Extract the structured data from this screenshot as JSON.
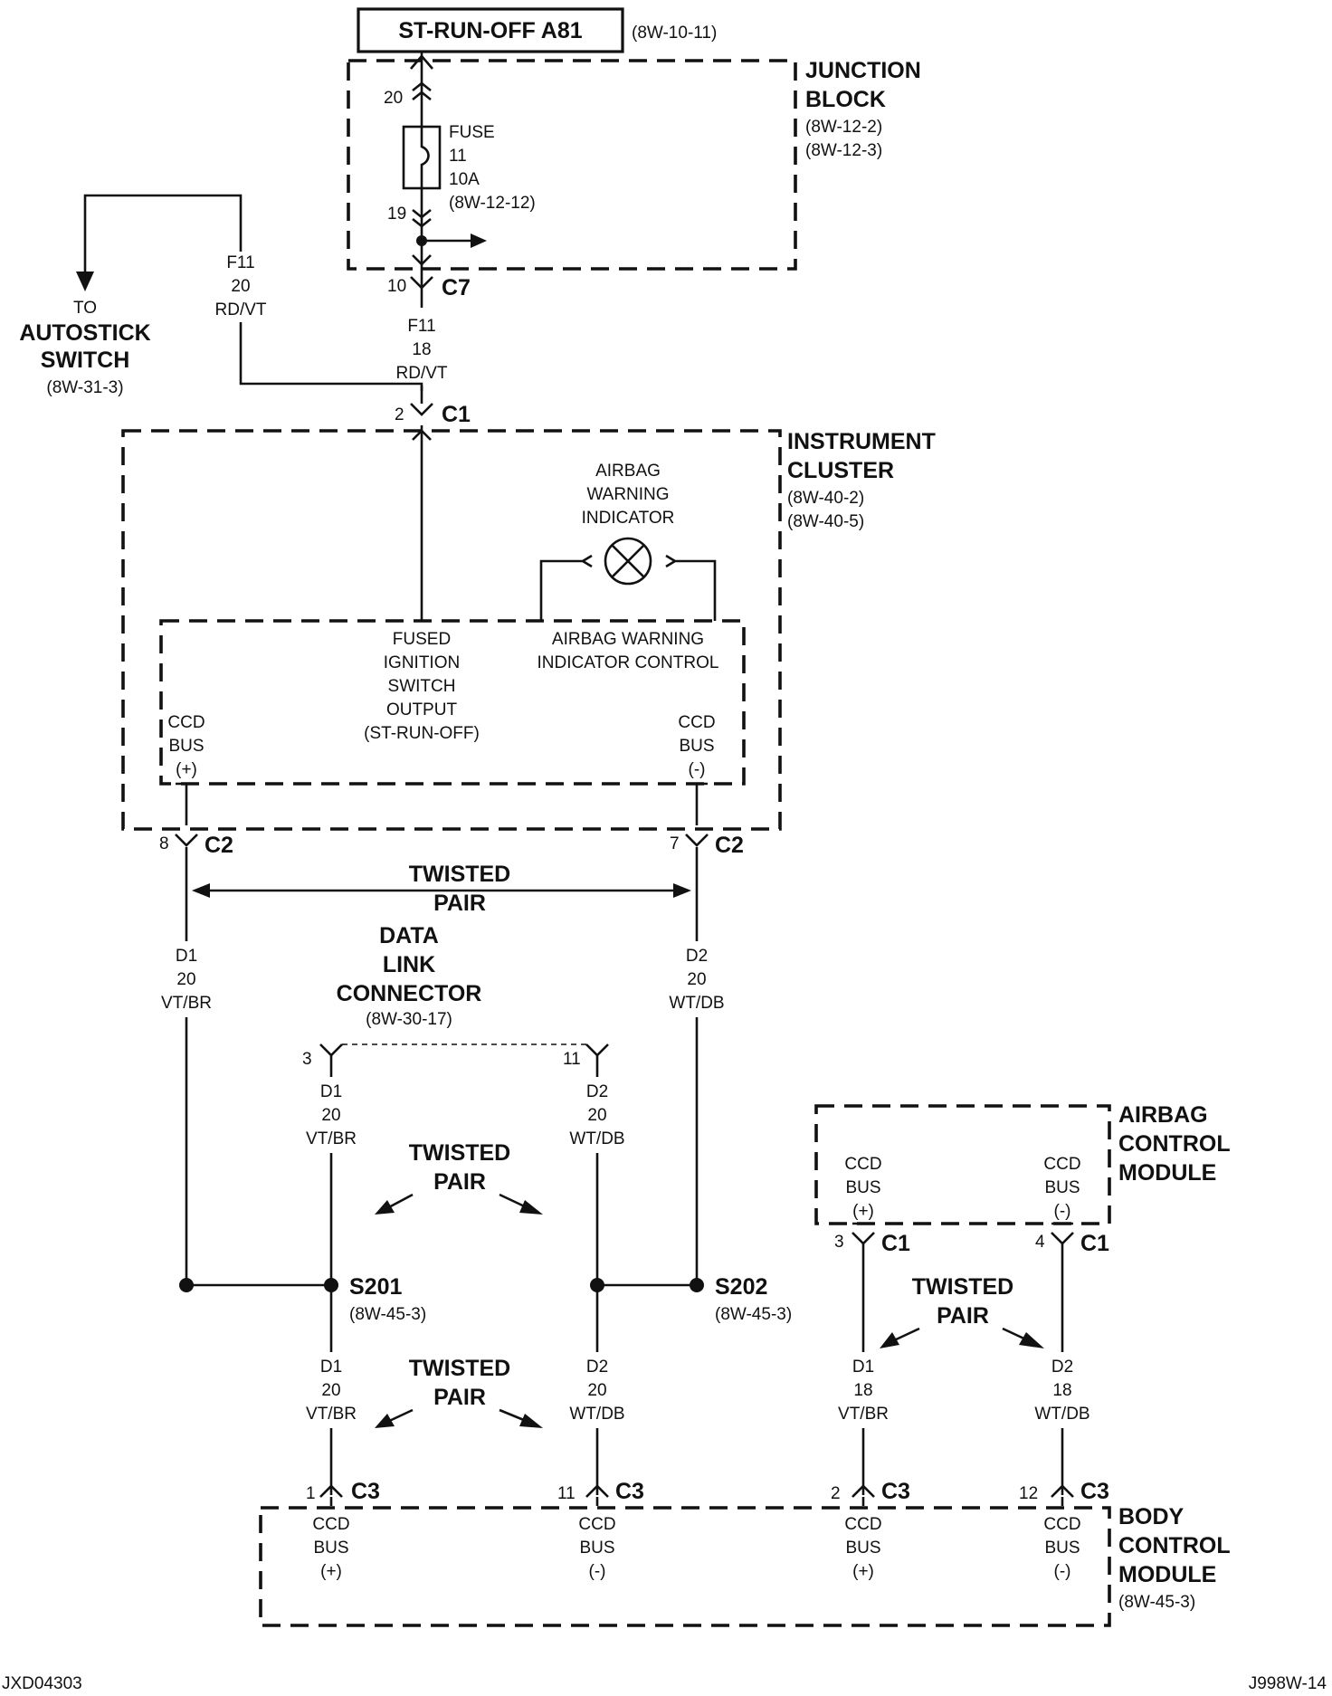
{
  "title": {
    "label": "ST-RUN-OFF A81",
    "ref": "(8W-10-11)"
  },
  "junction_block": {
    "name1": "JUNCTION",
    "name2": "BLOCK",
    "ref1": "(8W-12-2)",
    "ref2": "(8W-12-3)"
  },
  "fuse": {
    "pin_top": "20",
    "l1": "FUSE",
    "l2": "11",
    "l3": "10A",
    "l4": "(8W-12-12)",
    "pin_bottom": "19"
  },
  "c7": {
    "pin": "10",
    "name": "C7"
  },
  "wire_f11_18": {
    "l1": "F11",
    "l2": "18",
    "l3": "RD/VT"
  },
  "wire_f11_20": {
    "l1": "F11",
    "l2": "20",
    "l3": "RD/VT"
  },
  "autostick": {
    "l1": "TO",
    "l2": "AUTOSTICK",
    "l3": "SWITCH",
    "ref": "(8W-31-3)"
  },
  "c1_ic": {
    "pin": "2",
    "name": "C1"
  },
  "instrument_cluster": {
    "name1": "INSTRUMENT",
    "name2": "CLUSTER",
    "ref1": "(8W-40-2)",
    "ref2": "(8W-40-5)"
  },
  "airbag_indicator": {
    "l1": "AIRBAG",
    "l2": "WARNING",
    "l3": "INDICATOR"
  },
  "ic_internal": {
    "fused": [
      "FUSED",
      "IGNITION",
      "SWITCH",
      "OUTPUT",
      "(ST-RUN-OFF)"
    ],
    "control": [
      "AIRBAG WARNING",
      "INDICATOR CONTROL"
    ],
    "ccd_pos": [
      "CCD",
      "BUS",
      "(+)"
    ],
    "ccd_neg": [
      "CCD",
      "BUS",
      "(-)"
    ]
  },
  "c2_left": {
    "pin": "8",
    "name": "C2"
  },
  "c2_right": {
    "pin": "7",
    "name": "C2"
  },
  "twisted_pair_top": {
    "l1": "TWISTED",
    "l2": "PAIR"
  },
  "wire_d1_ic": {
    "l1": "D1",
    "l2": "20",
    "l3": "VT/BR"
  },
  "wire_d2_ic": {
    "l1": "D2",
    "l2": "20",
    "l3": "WT/DB"
  },
  "dlc": {
    "l1": "DATA",
    "l2": "LINK",
    "l3": "CONNECTOR",
    "ref": "(8W-30-17)",
    "pin_left": "3",
    "pin_right": "11"
  },
  "wire_d1_dlc": {
    "l1": "D1",
    "l2": "20",
    "l3": "VT/BR"
  },
  "wire_d2_dlc": {
    "l1": "D2",
    "l2": "20",
    "l3": "WT/DB"
  },
  "twisted_pair_mid": {
    "l1": "TWISTED",
    "l2": "PAIR"
  },
  "s201": {
    "name": "S201",
    "ref": "(8W-45-3)"
  },
  "s202": {
    "name": "S202",
    "ref": "(8W-45-3)"
  },
  "wire_d1_bcm": {
    "l1": "D1",
    "l2": "20",
    "l3": "VT/BR"
  },
  "wire_d2_bcm": {
    "l1": "D2",
    "l2": "20",
    "l3": "WT/DB"
  },
  "twisted_pair_low": {
    "l1": "TWISTED",
    "l2": "PAIR"
  },
  "airbag_module": {
    "name1": "AIRBAG",
    "name2": "CONTROL",
    "name3": "MODULE",
    "ccd_pos": [
      "CCD",
      "BUS",
      "(+)"
    ],
    "ccd_neg": [
      "CCD",
      "BUS",
      "(-)"
    ]
  },
  "c1_acm_left": {
    "pin": "3",
    "name": "C1"
  },
  "c1_acm_right": {
    "pin": "4",
    "name": "C1"
  },
  "twisted_pair_acm": {
    "l1": "TWISTED",
    "l2": "PAIR"
  },
  "wire_d1_acm": {
    "l1": "D1",
    "l2": "18",
    "l3": "VT/BR"
  },
  "wire_d2_acm": {
    "l1": "D2",
    "l2": "18",
    "l3": "WT/DB"
  },
  "bcm": {
    "name1": "BODY",
    "name2": "CONTROL",
    "name3": "MODULE",
    "ref": "(8W-45-3)"
  },
  "c3": [
    {
      "pin": "1",
      "name": "C3",
      "ccd": [
        "CCD",
        "BUS",
        "(+)"
      ]
    },
    {
      "pin": "11",
      "name": "C3",
      "ccd": [
        "CCD",
        "BUS",
        "(-)"
      ]
    },
    {
      "pin": "2",
      "name": "C3",
      "ccd": [
        "CCD",
        "BUS",
        "(+)"
      ]
    },
    {
      "pin": "12",
      "name": "C3",
      "ccd": [
        "CCD",
        "BUS",
        "(-)"
      ]
    }
  ],
  "footer": {
    "left": "JXD04303",
    "right": "J998W-14"
  }
}
